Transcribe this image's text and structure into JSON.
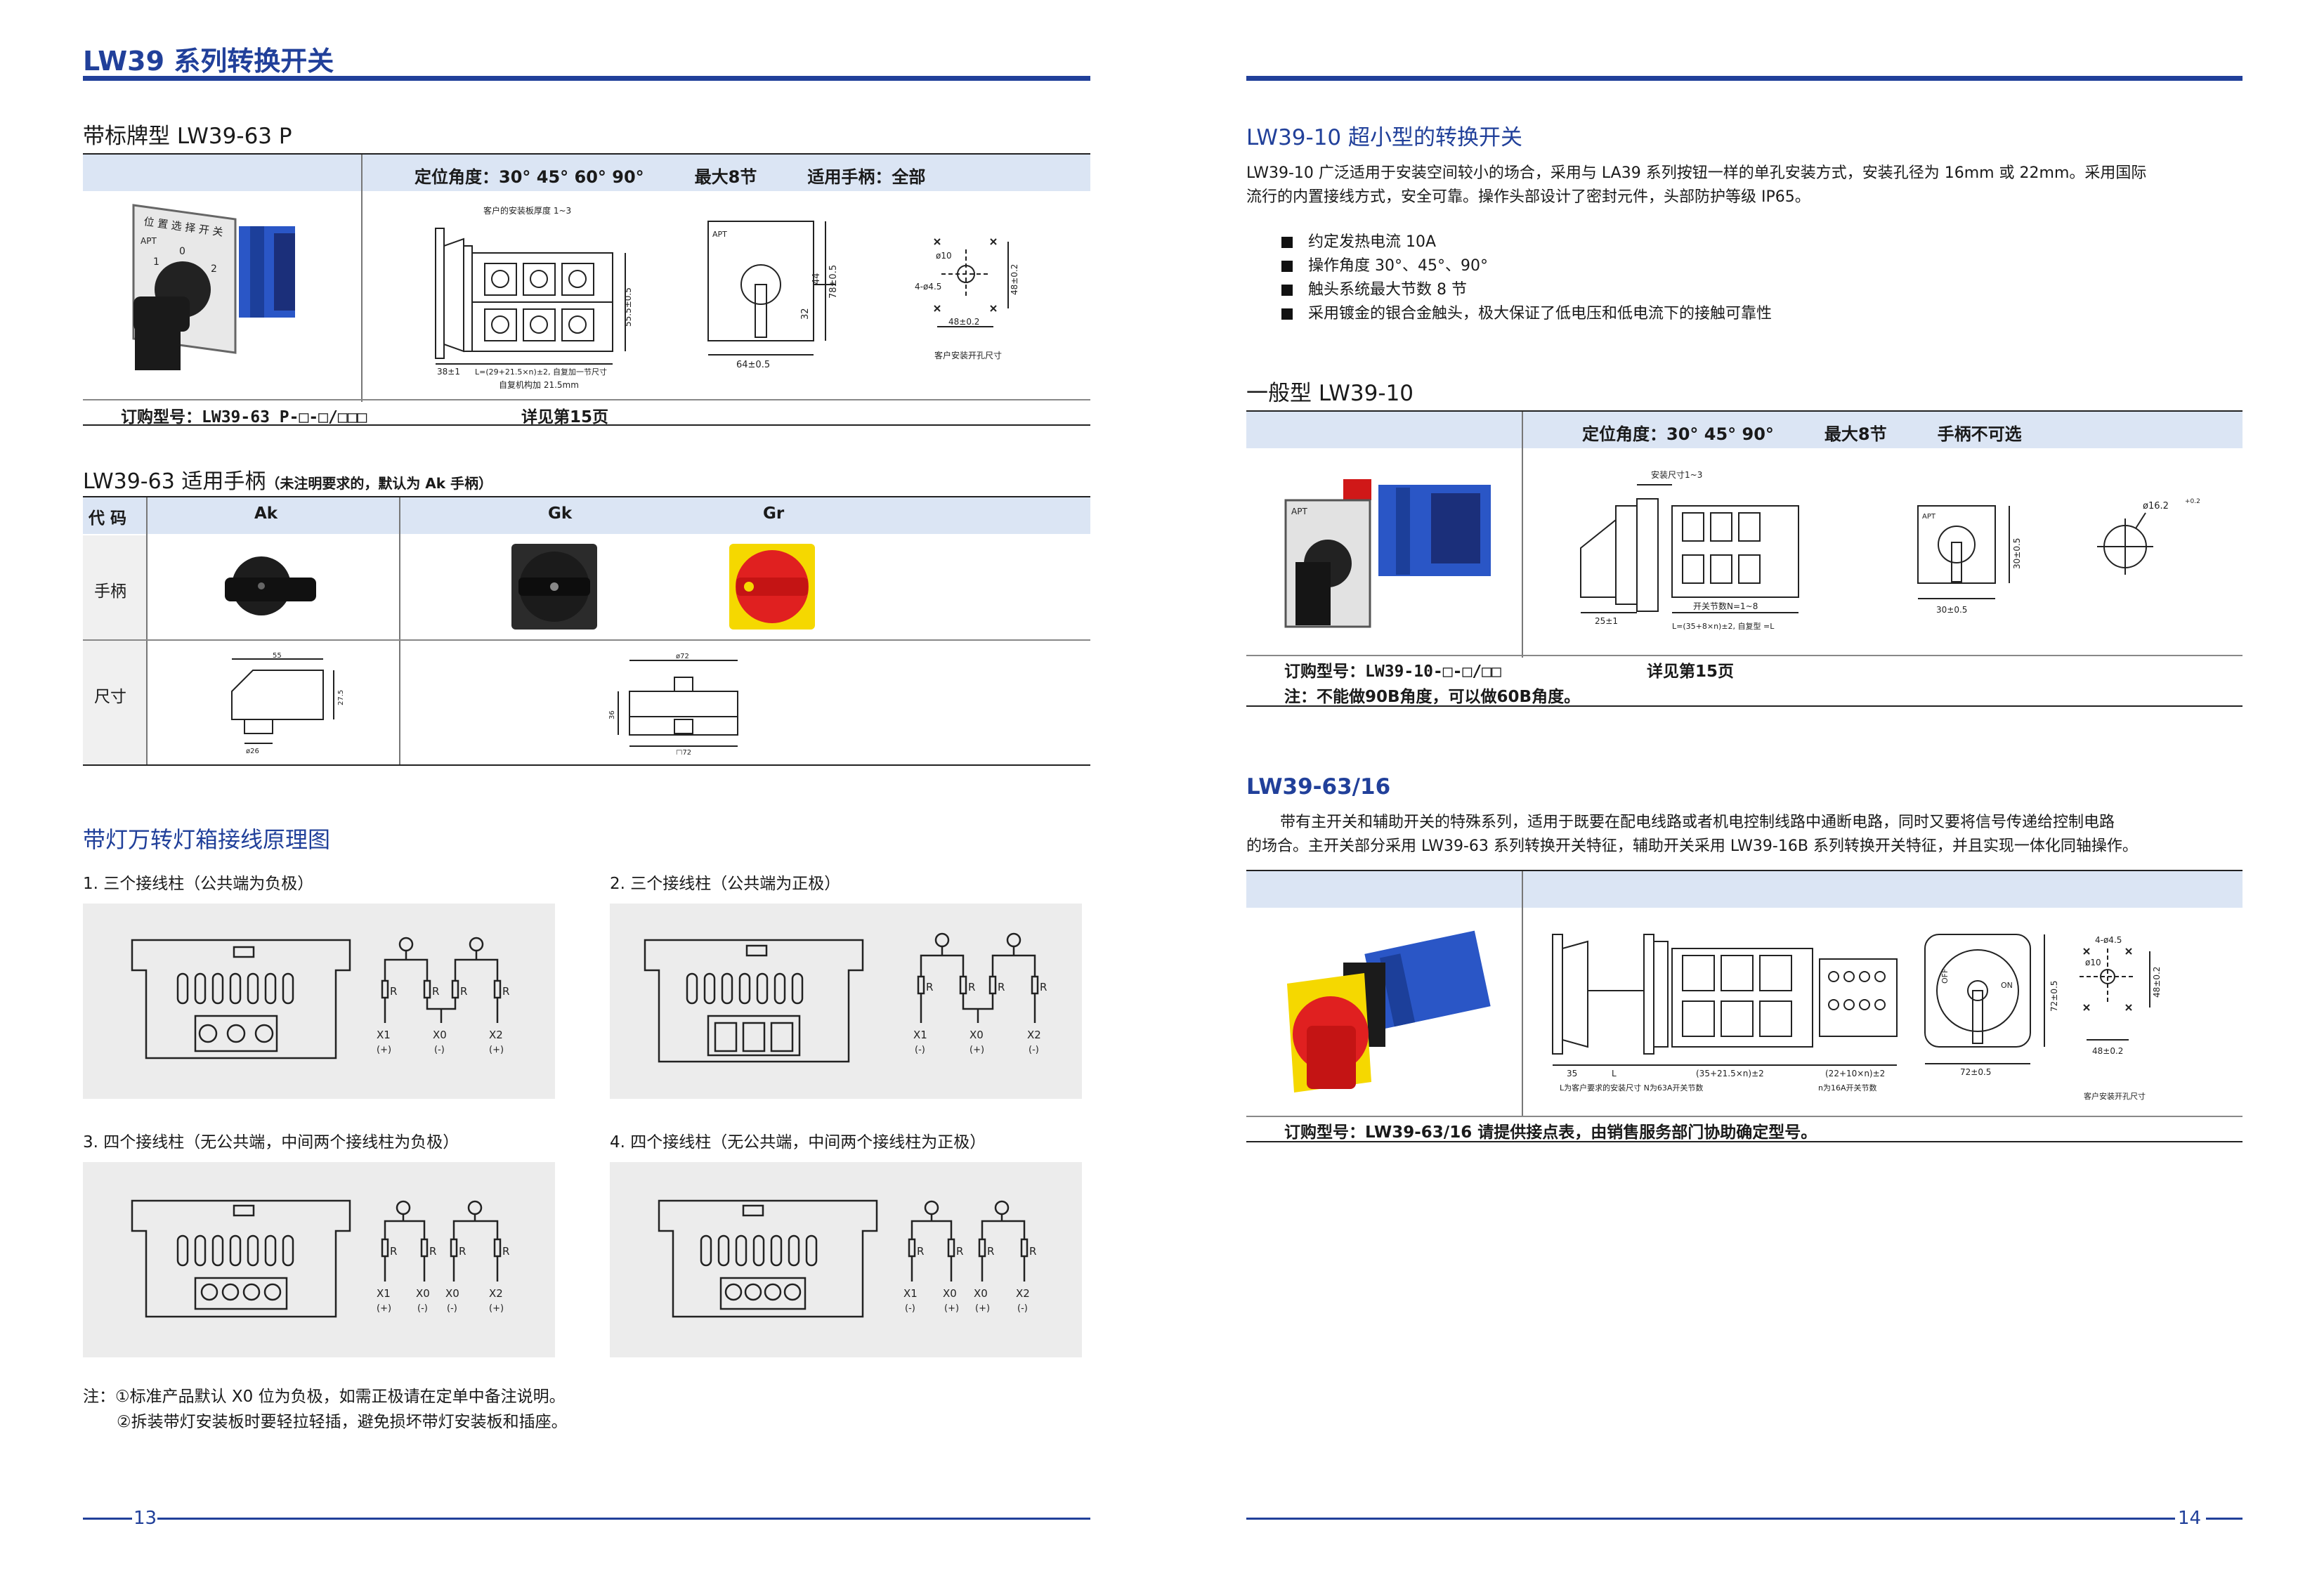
{
  "left": {
    "page_title": "LW39 系列转换开关",
    "sec1": {
      "title": "带标牌型 LW39-63 P",
      "header": "定位角度：30° 45° 60° 90°　　　最大8节　　　适用手柄：全部",
      "photo_label": "位 置 选 择 开 关",
      "photo_apt": "APT",
      "photo_nums": [
        "0",
        "1",
        "2"
      ],
      "dim_top": "客户的安装板厚度 1~3",
      "dim_38": "38±1",
      "dim_L": "L=(29+21.5×n)±2, 自复加一节尺寸",
      "dim_self": "自复机构加 21.5mm",
      "dim_h": "55.5±0.5",
      "dim_64": "64±0.5",
      "dim_32": "32",
      "dim_44": "44",
      "dim_78": "78±0.5",
      "dim_d10": "ø10",
      "dim_45": "4-ø4.5",
      "dim_48a": "48±0.2",
      "dim_48b": "48±0.2",
      "dim_hole": "客户安装开孔尺寸",
      "order": "订购型号：LW39-63 P-□-□/□□□",
      "see": "详见第15页"
    },
    "sec2": {
      "title": "LW39-63 适用手柄",
      "note": "（未注明要求的，默认为 Ak 手柄）",
      "col_code": "代 码",
      "col_ak": "Ak",
      "col_gk": "Gk",
      "col_gr": "Gr",
      "row_handle": "手柄",
      "row_size": "尺寸",
      "dim_ak_w": "55",
      "dim_ak_h": "27.5",
      "dim_ak_d": "ø26",
      "dim_g_w": "ø72",
      "dim_g_h": "36",
      "dim_g_b": "□72"
    },
    "sec3": {
      "title": "带灯万转灯箱接线原理图",
      "d1": "1. 三个接线柱（公共端为负极）",
      "d2": "2. 三个接线柱（公共端为正极）",
      "d3": "3. 四个接线柱（无公共端，中间两个接线柱为负极）",
      "d4": "4. 四个接线柱（无公共端，中间两个接线柱为正极）",
      "R": "R",
      "X1": "X1",
      "X0": "X0",
      "X2": "X2",
      "plus": "(+)",
      "minus": "(-)"
    },
    "notes": {
      "n1": "注：①标准产品默认 X0 位为负极，如需正极请在定单中备注说明。",
      "n2": "②拆装带灯安装板时要轻拉轻插，避免损坏带灯安装板和插座。"
    },
    "page_num": "13"
  },
  "right": {
    "sec1": {
      "title": "LW39-10 超小型的转换开关",
      "p1": "LW39-10 广泛适用于安装空间较小的场合，采用与 LA39 系列按钮一样的单孔安装方式，安装孔径为 16mm 或 22mm。采用国际",
      "p2": "流行的内置接线方式，安全可靠。操作头部设计了密封元件，头部防护等级 IP65。",
      "bullets": [
        "约定发热电流 10A",
        "操作角度 30°、45°、90°",
        "触头系统最大节数 8 节",
        "采用镀金的银合金触头，极大保证了低电压和低电流下的接触可靠性"
      ]
    },
    "sec2": {
      "title": "一般型 LW39-10",
      "header": "定位角度：30° 45° 90°　　　最大8节　　　手柄不可选",
      "dim_mount": "安装尺寸1~3",
      "dim_25": "25±1",
      "dim_sec": "开关节数N=1~8",
      "dim_L": "L=(35+8×n)±2, 自复型 =L",
      "dim_30a": "30±0.5",
      "dim_30b": "30±0.5",
      "dim_hole": "ø16.2",
      "dim_tol": "+0.2",
      "photo_apt": "APT",
      "order": "订购型号：LW39-10-□-□/□□",
      "see": "详见第15页",
      "note": "注：不能做90B角度，可以做60B角度。"
    },
    "sec3": {
      "title": "LW39-63/16",
      "p1": "带有主开关和辅助开关的特殊系列，适用于既要在配电线路或者机电控制线路中通断电路，同时又要将信号传递给控制电路",
      "p2": "的场合。主开关部分采用 LW39-63 系列转换开关特征，辅助开关采用 LW39-16B 系列转换开关特征，并且实现一体化同轴操作。",
      "dim_35": "35",
      "dim_L": "L",
      "dim_main": "(35+21.5×n)±2",
      "dim_aux": "(22+10×n)±2",
      "dim_cust": "L为客户要求的安装尺寸 N为63A开关节数",
      "dim_n": "n为16A开关节数",
      "dim_72a": "72±0.5",
      "dim_72b": "72±0.5",
      "dim_off": "OFF",
      "dim_on": "ON",
      "dim_45": "4-ø4.5",
      "dim_10": "ø10",
      "dim_48a": "48±0.2",
      "dim_48b": "48±0.2",
      "dim_hole": "客户安装开孔尺寸",
      "order": "订购型号：LW39-63/16 请提供接点表，由销售服务部门协助确定型号。"
    },
    "page_num": "14"
  },
  "colors": {
    "brand_blue": "#21409a",
    "table_head": "#dbe5f4",
    "panel_grey": "#ececec",
    "handle_red": "#e02020",
    "handle_yellow": "#f5d800",
    "switch_blue": "#2a56c6"
  }
}
